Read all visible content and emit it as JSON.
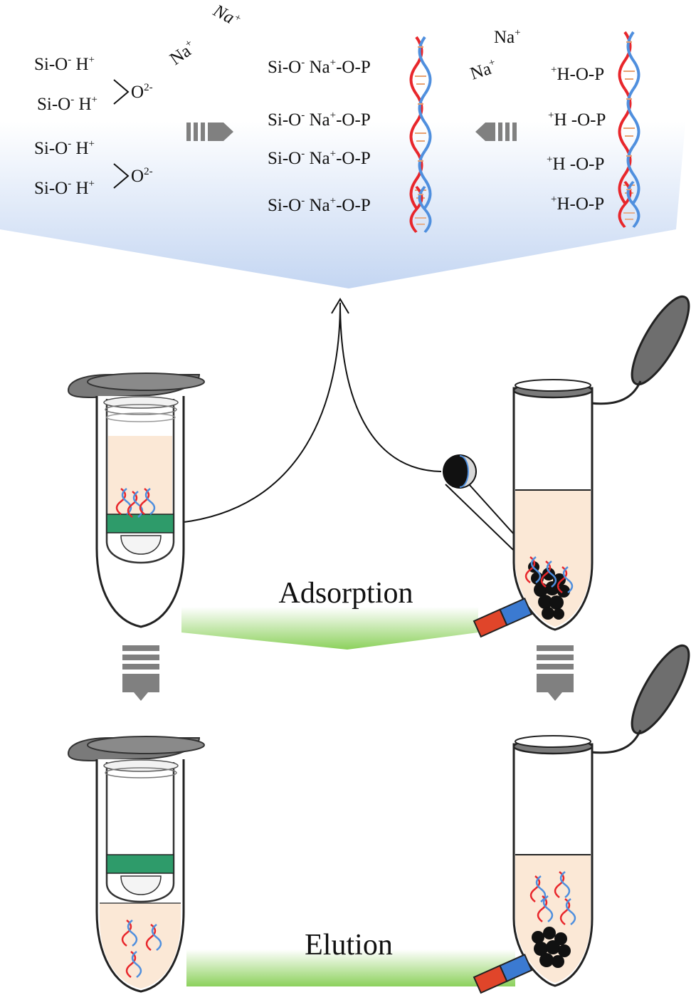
{
  "silica_surface": {
    "groups": [
      {
        "rows": [
          {
            "main": "Si-O",
            "sup1": "-",
            "mid": " H",
            "sup2": "+"
          },
          {
            "main": "Si-O",
            "sup1": "-",
            "mid": " H",
            "sup2": "+"
          }
        ],
        "oxide": "O",
        "oxide_charge": "2-"
      },
      {
        "rows": [
          {
            "main": "Si-O",
            "sup1": "-",
            "mid": " H",
            "sup2": "+"
          },
          {
            "main": "Si-O",
            "sup1": "-",
            "mid": " H",
            "sup2": "+"
          }
        ],
        "oxide": "O",
        "oxide_charge": "2-"
      }
    ]
  },
  "free_ions_left": [
    {
      "symbol": "Na",
      "charge": "+"
    },
    {
      "symbol": "Na",
      "charge": "+"
    }
  ],
  "free_ions_right": [
    {
      "symbol": "Na",
      "charge": "+"
    },
    {
      "symbol": "Na",
      "charge": "+"
    }
  ],
  "bridge_complex": [
    {
      "a": "Si-O",
      "a_sup": "-",
      "b": " Na",
      "b_sup": "+",
      "c": "-O-P"
    },
    {
      "a": "Si-O",
      "a_sup": "-",
      "b": " Na",
      "b_sup": "+",
      "c": "-O-P"
    },
    {
      "a": "Si-O",
      "a_sup": "-",
      "b": " Na",
      "b_sup": "+",
      "c": "-O-P"
    },
    {
      "a": "Si-O",
      "a_sup": "-",
      "b": " Na",
      "b_sup": "+",
      "c": "-O-P"
    }
  ],
  "protonated_phosphate": [
    {
      "pre": "+",
      "text": "H-O-P"
    },
    {
      "pre": "+",
      "text": "H -O-P"
    },
    {
      "pre": "+",
      "text": "H -O-P"
    },
    {
      "pre": "+",
      "text": "H-O-P"
    }
  ],
  "stages": {
    "adsorption": "Adsorption",
    "elution": "Elution"
  },
  "colors": {
    "dna_red": "#e8262b",
    "dna_blue": "#4f8fde",
    "membrane_green": "#2e9b6a",
    "buffer": "#fbe8d6",
    "cap_gray": "#7a7a7a",
    "magnet_red": "#e0452a",
    "magnet_blue": "#3b7ad1",
    "panel_top": "#ffffff",
    "panel_bottom": "#c4d6f2",
    "label_green": "#8cd15c",
    "arrow_gray": "#808080"
  },
  "icons": {
    "arrows": [
      "triple-bar-right-arrow-icon",
      "triple-bar-left-arrow-icon",
      "triple-bar-down-arrow-icon"
    ],
    "tubes": [
      "spin-column-tube",
      "magnetic-bead-tube"
    ],
    "other": [
      "dna-helix-icon",
      "magnet-icon",
      "magnifier-circle-icon"
    ]
  }
}
